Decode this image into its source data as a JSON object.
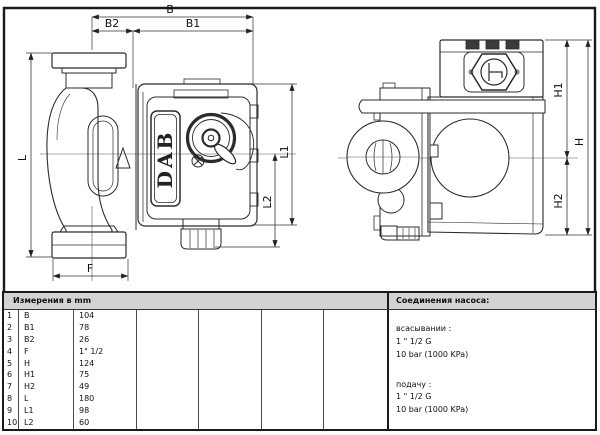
{
  "drawing": {
    "brand": "DAB",
    "dim_labels": {
      "B": "B",
      "B1": "B1",
      "B2": "B2",
      "L": "L",
      "L1": "L1",
      "L2": "L2",
      "F": "F",
      "H": "H",
      "H1": "H1",
      "H2": "H2"
    }
  },
  "table": {
    "title": "Измерения в  mm",
    "rows": [
      {
        "n": "1",
        "dim": "B",
        "value": "104"
      },
      {
        "n": "2",
        "dim": "B1",
        "value": "78"
      },
      {
        "n": "3",
        "dim": "B2",
        "value": "26"
      },
      {
        "n": "4",
        "dim": "F",
        "value": "1\" 1/2"
      },
      {
        "n": "5",
        "dim": "H",
        "value": "124"
      },
      {
        "n": "6",
        "dim": "H1",
        "value": "75"
      },
      {
        "n": "7",
        "dim": "H2",
        "value": "49"
      },
      {
        "n": "8",
        "dim": "L",
        "value": "180"
      },
      {
        "n": "9",
        "dim": "L1",
        "value": "98"
      },
      {
        "n": "10",
        "dim": "L2",
        "value": "60"
      }
    ]
  },
  "connections": {
    "title": "Соединения насоса:",
    "suction_label": "всасывании :",
    "suction_size": "1 \" 1/2 G",
    "suction_pressure": "10 bar (1000 KPa)",
    "delivery_label": "подачу :",
    "delivery_size": "1 \" 1/2 G",
    "delivery_pressure": "10 bar (1000 KPa)"
  },
  "colors": {
    "line": "#2b2b2b",
    "dim_line": "#333333",
    "header_bg": "#d3d3d3",
    "border": "#1a1a1a"
  }
}
